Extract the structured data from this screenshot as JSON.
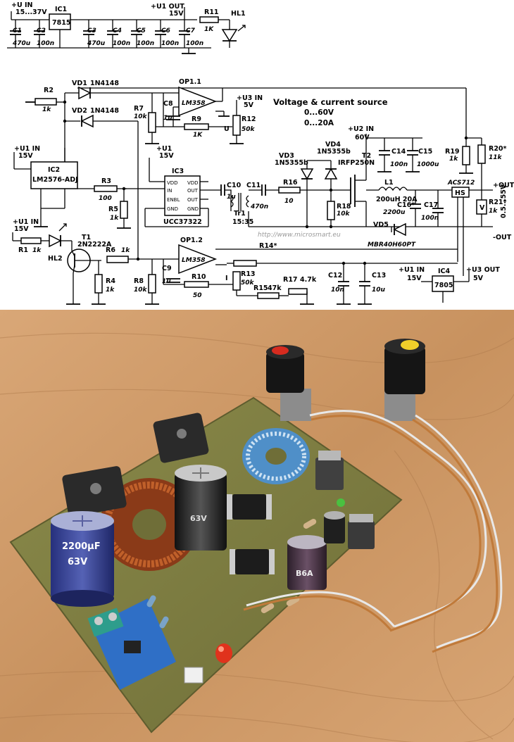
{
  "schematic": {
    "title": "Voltage & current source",
    "spec_voltage": "0...60V",
    "spec_current": "0...20A",
    "url": "http://www.microsmart.eu",
    "u_in": "+U IN",
    "u_in_range": "15...37V",
    "u1_out": "+U1 OUT",
    "u1_out_v": "15V",
    "u1_in": "+U1 IN",
    "v15": "15V",
    "u1": "+U1",
    "u2_in": "+U2 IN",
    "v60": "60V",
    "u3_in": "+U3 IN",
    "u3_out": "+U3 OUT",
    "v5": "5V",
    "plus_out": "+OUT",
    "minus_out": "-OUT",
    "out_range": "0.5...55V",
    "hs": "HS",
    "u_mark": "U",
    "i_mark": "I",
    "v_mark": "V",
    "ic1": "IC1",
    "ic1_part": "7815",
    "ic2": "IC2",
    "ic2_part": "LM2576-ADJ",
    "ic3": "IC3",
    "ic3_part": "UCC37322",
    "ic4": "IC4",
    "ic4_part": "7805",
    "op11": "OP1.1",
    "op12": "OP1.2",
    "lm358": "LM358",
    "acs": "ACS712",
    "vd1": "VD1",
    "vd1_part": "1N4148",
    "vd2": "VD2",
    "vd2_part": "1N4148",
    "vd3": "VD3",
    "vd3_part": "1N5355b",
    "vd4": "VD4",
    "vd4_part": "1N5355b",
    "vd5": "VD5",
    "vd5_part": "MBR40H60PT",
    "t1": "T1",
    "t1_part": "2N2222A",
    "t2": "T2",
    "t2_part": "IRFP250N",
    "hl1": "HL1",
    "hl2": "HL2",
    "l1": "L1",
    "l1_val": "200uH 20A",
    "tr1": "Tr1",
    "tr1_val": "15:35",
    "c1": "C1",
    "c1v": "470u",
    "c2": "C2",
    "c2v": "100n",
    "c3": "C3",
    "c3v": "470u",
    "c4": "C4",
    "c4v": "100n",
    "c5": "C5",
    "c5v": "100n",
    "c6": "C6",
    "c6v": "100n",
    "c7": "C7",
    "c7v": "100n",
    "c8": "C8",
    "c8v": "1u",
    "c9": "C9",
    "c9v": "1u",
    "c10": "C10",
    "c10v": "1u",
    "c11": "C11",
    "c11v": "470n",
    "c12": "C12",
    "c12v": "10n",
    "c13": "C13",
    "c13v": "10u",
    "c14": "C14",
    "c14v": "100n",
    "c15": "C15",
    "c15v": "1000u",
    "c16": "C16*",
    "c16v": "2200u",
    "c17": "C17",
    "c17v": "100n",
    "r1": "R1",
    "r1v": "1k",
    "r2": "R2",
    "r2v": "1k",
    "r3": "R3",
    "r3v": "100",
    "r4": "R4",
    "r4v": "1k",
    "r5": "R5",
    "r5v": "1k",
    "r6": "R6",
    "r6v": "1k",
    "r7": "R7",
    "r7v": "10k",
    "r8": "R8",
    "r8v": "10k",
    "r9": "R9",
    "r9v": "1K",
    "r10": "R10",
    "r10v": "50",
    "r11": "R11",
    "r11v": "1K",
    "r12": "R12",
    "r12v": "50k",
    "r13": "R13",
    "r13v": "50k",
    "r14": "R14*",
    "r15": "R15",
    "r15v": "47k",
    "r16": "R16",
    "r16v": "10",
    "r17": "R17",
    "r17v": "4.7k",
    "r18": "R18",
    "r18v": "10k",
    "r19": "R19",
    "r19v": "1k",
    "r20": "R20*",
    "r20v": "11k",
    "r21": "R21*",
    "r21v": "1k",
    "pins": {
      "vdd": "VDD",
      "in": "IN",
      "enbl": "ENBL",
      "gnd": "GND",
      "out": "OUT"
    }
  },
  "photo": {
    "cap_big_text": "2200µF",
    "cap_big_v": "63V",
    "cap_mid_text": "63V",
    "cap_small_text": "B6A"
  }
}
